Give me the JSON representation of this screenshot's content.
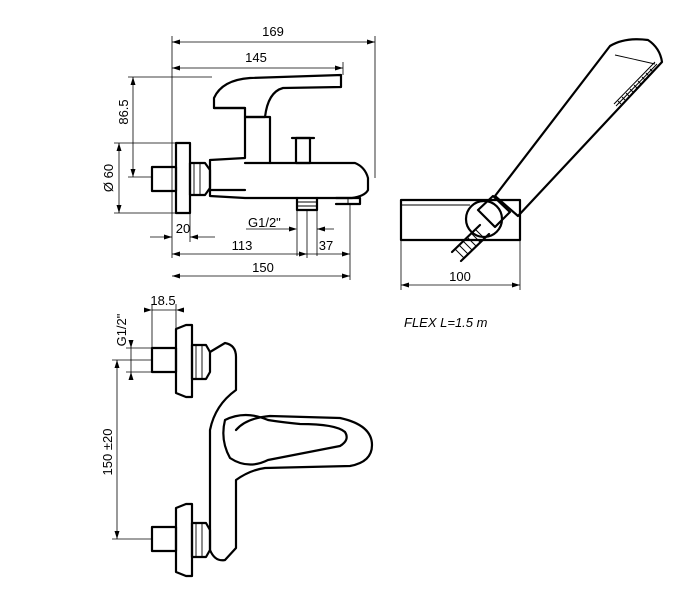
{
  "dimensions": {
    "width_169": "169",
    "width_145": "145",
    "height_86_5": "86.5",
    "diameter_60": "Ø 60",
    "thread_outlet": "G1/2\"",
    "offset_20": "20",
    "width_113": "113",
    "width_37": "37",
    "width_150": "150",
    "width_100": "100",
    "depth_18_5": "18.5",
    "thread_inlet": "G1/2\"",
    "centers_150": "150 ±20"
  },
  "notes": {
    "hose": "FLEX L=1.5 m"
  }
}
